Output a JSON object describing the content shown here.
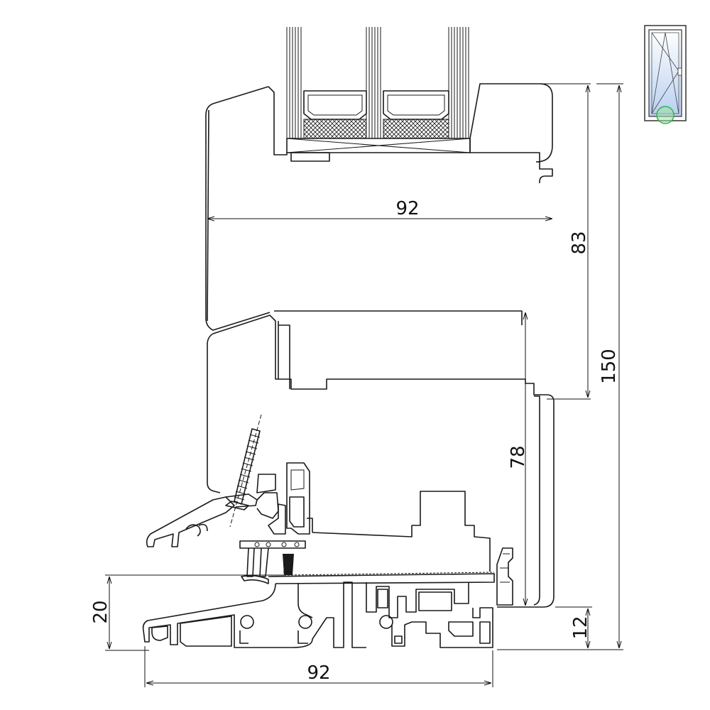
{
  "diagram": {
    "subject": "window sill section drawing",
    "dimensions": {
      "frame_width_top": "92",
      "sash_height": "83",
      "total_height": "150",
      "rebate_height": "78",
      "sill_height_left": "20",
      "sill_offset_right": "12",
      "frame_width_bottom": "92"
    },
    "thumbnail": {
      "icon": "tilt-turn-window-icon",
      "highlight_color": "#2db84a",
      "glass_color": "#b8cff0"
    },
    "colors": {
      "line": "#1a1a1a",
      "background": "#ffffff"
    }
  }
}
